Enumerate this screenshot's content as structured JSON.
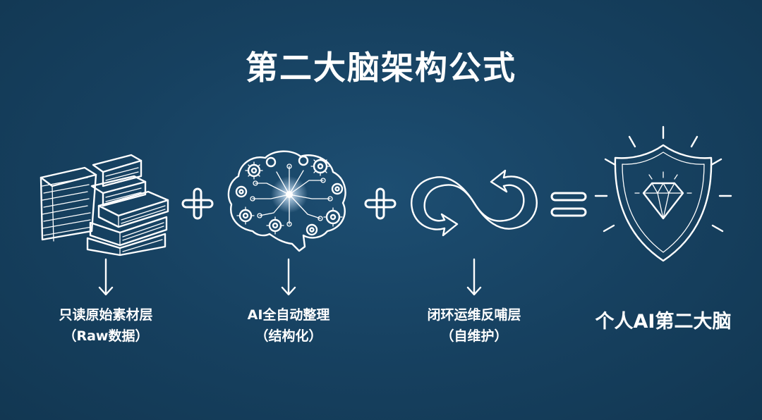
{
  "title": "第二大脑架构公式",
  "steps": [
    {
      "line1": "只读原始素材层",
      "line2": "（Raw数据）",
      "icon": "books-stack-icon"
    },
    {
      "line1": "AI全自动整理",
      "line2": "（结构化）",
      "icon": "ai-brain-gears-icon"
    },
    {
      "line1": "闭环运维反哺层",
      "line2": "（自维护）",
      "icon": "infinity-loop-arrows-icon"
    }
  ],
  "operators": [
    "+",
    "+",
    "="
  ],
  "result": {
    "label": "个人AI第二大脑",
    "icon": "shield-diamond-icon"
  },
  "colors": {
    "background": "#16405f",
    "foreground": "#ffffff"
  }
}
